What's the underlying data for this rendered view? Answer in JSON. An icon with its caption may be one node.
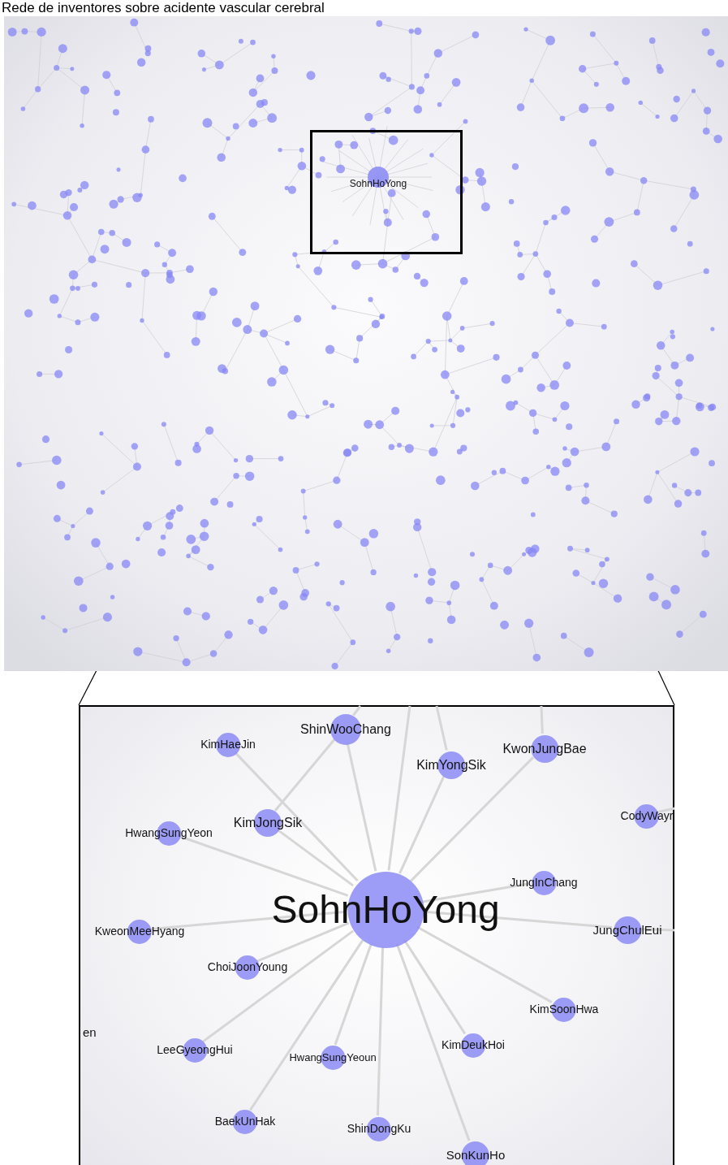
{
  "diagram": {
    "title": "Rede de inventores sobre acidente vascular cerebral",
    "nodes": [
      {
        "text": [],
        "shape": "picture"
      },
      {
        "text": [],
        "shape": "box",
        "in": 0
      },
      {
        "text": [],
        "shape": "box"
      },
      {
        "text": [
          "SohnHoYong"
        ],
        "in": 2
      },
      {
        "text": [
          "ShinWooChang"
        ],
        "in": 2
      },
      {
        "text": [
          "KimHaeJin"
        ],
        "in": 2
      },
      {
        "text": [
          "KwonJungBae"
        ],
        "in": 2
      },
      {
        "text": [
          "KimYongSik"
        ],
        "in": 2
      },
      {
        "text": [
          "CodyWayr"
        ],
        "in": 2
      },
      {
        "text": [
          "KimJongSik"
        ],
        "in": 2
      },
      {
        "text": [
          "HwangSungYeon"
        ],
        "in": 2
      },
      {
        "text": [
          "JungInChang"
        ],
        "in": 2
      },
      {
        "text": [
          "KweonMeeHyang"
        ],
        "in": 2
      },
      {
        "text": [
          "JungChulEui"
        ],
        "in": 2
      },
      {
        "text": [
          "ChoiJoonYoung"
        ],
        "in": 2
      },
      {
        "text": [
          "KimSoonHwa"
        ],
        "in": 2
      },
      {
        "text": [
          "KimDeukHoi"
        ],
        "in": 2
      },
      {
        "text": [
          "LeeGyeongHui"
        ],
        "in": 2
      },
      {
        "text": [
          "HwangSungYeoun"
        ],
        "in": 2
      },
      {
        "text": [
          "BaekUnHak"
        ],
        "in": 2
      },
      {
        "text": [
          "ShinDongKu"
        ],
        "in": 2
      },
      {
        "text": [
          "SonKunHo"
        ],
        "in": 2
      }
    ],
    "edges": [
      {
        "from": 1,
        "to": 2,
        "arrow": "none",
        "color": "#000000"
      },
      {
        "from": 1,
        "to": 2,
        "arrow": "none",
        "color": "#000000"
      },
      {
        "from": 3,
        "to": 4,
        "arrow": "none"
      },
      {
        "from": 3,
        "to": 5,
        "arrow": "none"
      },
      {
        "from": 3,
        "to": 6,
        "arrow": "none"
      },
      {
        "from": 3,
        "to": 7,
        "arrow": "none"
      },
      {
        "from": 3,
        "to": 9,
        "arrow": "none"
      },
      {
        "from": 3,
        "to": 10,
        "arrow": "none"
      },
      {
        "from": 3,
        "to": 11,
        "arrow": "none"
      },
      {
        "from": 3,
        "to": 12,
        "arrow": "none"
      },
      {
        "from": 3,
        "to": 13,
        "arrow": "none"
      },
      {
        "from": 3,
        "to": 14,
        "arrow": "none"
      },
      {
        "from": 3,
        "to": 15,
        "arrow": "none"
      },
      {
        "from": 3,
        "to": 16,
        "arrow": "none"
      },
      {
        "from": 3,
        "to": 17,
        "arrow": "none"
      },
      {
        "from": 3,
        "to": 18,
        "arrow": "none"
      },
      {
        "from": 3,
        "to": 19,
        "arrow": "none"
      },
      {
        "from": 3,
        "to": 20,
        "arrow": "none"
      },
      {
        "from": 3,
        "to": 21,
        "arrow": "none"
      },
      {
        "from": 4,
        "to": 9,
        "arrow": "none"
      },
      {
        "from": 4,
        "to": null,
        "arrow": "none"
      },
      {
        "from": 3,
        "to": null,
        "arrow": "none"
      },
      {
        "from": 7,
        "to": null,
        "arrow": "none"
      },
      {
        "from": 6,
        "to": null,
        "arrow": "none"
      },
      {
        "from": 8,
        "to": null,
        "arrow": "none"
      },
      {
        "from": 13,
        "to": null,
        "arrow": "none"
      }
    ],
    "labels": [
      "SohnHoYong",
      "en"
    ]
  }
}
